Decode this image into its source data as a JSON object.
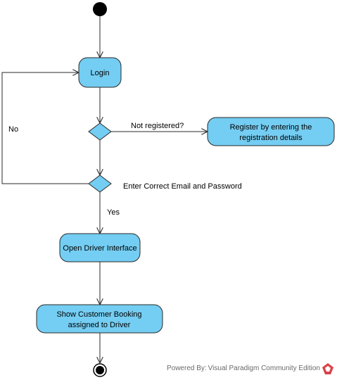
{
  "diagram": {
    "nodes": {
      "login": {
        "label": "Login"
      },
      "register": {
        "line1": "Register by entering the",
        "line2": "registration details"
      },
      "driver_interface": {
        "label": "Open Driver Interface"
      },
      "show_booking": {
        "line1": "Show Customer Booking",
        "line2": "assigned to Driver"
      }
    },
    "edges": {
      "not_registered": "Not registered?",
      "credentials": "Enter Correct Email and Password",
      "yes": "Yes",
      "no": "No"
    },
    "colors": {
      "node_fill": "#74cdf2",
      "stroke": "#2a2a2a",
      "start_fill": "#000000"
    }
  },
  "footer": {
    "powered_by": "Powered By: Visual Paradigm Community Edition",
    "logo_icon": "visual-paradigm-logo-icon"
  }
}
